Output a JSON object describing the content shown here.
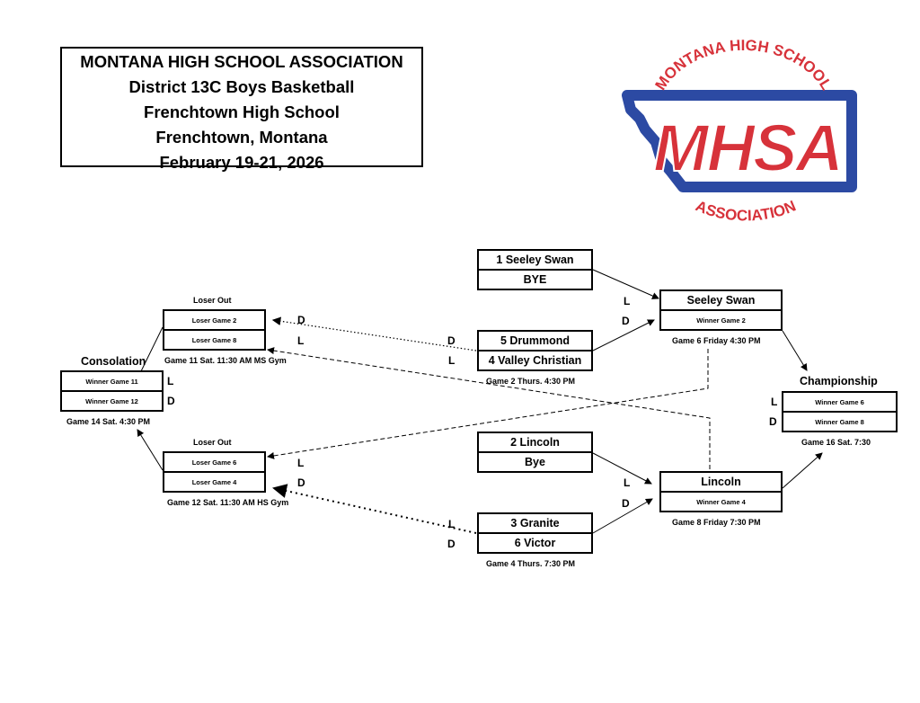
{
  "header": {
    "line1": "MONTANA HIGH SCHOOL ASSOCIATION",
    "line2": "District 13C Boys Basketball",
    "line3": "Frenchtown High School",
    "line4": "Frenchtown, Montana",
    "line5": "February 19-21, 2026"
  },
  "logo": {
    "top_text": "MONTANA HIGH SCHOOL",
    "main_text": "MHSA",
    "bottom_text": "ASSOCIATION",
    "red": "#d7323a",
    "blue": "#2c4aa3"
  },
  "game2": {
    "team1": "5 Drummond",
    "team2": "4 Valley Christian",
    "caption": "Game 2 Thurs. 4:30 PM"
  },
  "bye1": {
    "team1": "1 Seeley Swan",
    "team2": "BYE"
  },
  "game6": {
    "team1": "Seeley Swan",
    "team2": "Winner Game 2",
    "caption": "Game 6 Friday 4:30 PM"
  },
  "bye2": {
    "team1": "2 Lincoln",
    "team2": "Bye"
  },
  "game4": {
    "team1": "3 Granite",
    "team2": "6 Victor",
    "caption": "Game 4 Thurs. 7:30 PM"
  },
  "game8": {
    "team1": "Lincoln",
    "team2": "Winner Game 4",
    "caption": "Game 8 Friday 7:30 PM"
  },
  "championship": {
    "heading": "Championship",
    "team1": "Winner Game 6",
    "team2": "Winner Game 8",
    "caption": "Game 16 Sat. 7:30"
  },
  "game11": {
    "heading": "Loser Out",
    "team1": "Loser Game 2",
    "team2": "Loser Game 8",
    "caption": "Game 11 Sat. 11:30 AM  MS Gym"
  },
  "game12": {
    "heading": "Loser Out",
    "team1": "Loser Game 6",
    "team2": "Loser Game 4",
    "caption": "Game 12 Sat. 11:30 AM  HS Gym"
  },
  "consolation": {
    "heading": "Consolation",
    "team1": "Winner Game 11",
    "team2": "Winner Game 12",
    "caption": "Game 14 Sat. 4:30 PM"
  },
  "markers": {
    "loss": "L",
    "draw": "D"
  }
}
